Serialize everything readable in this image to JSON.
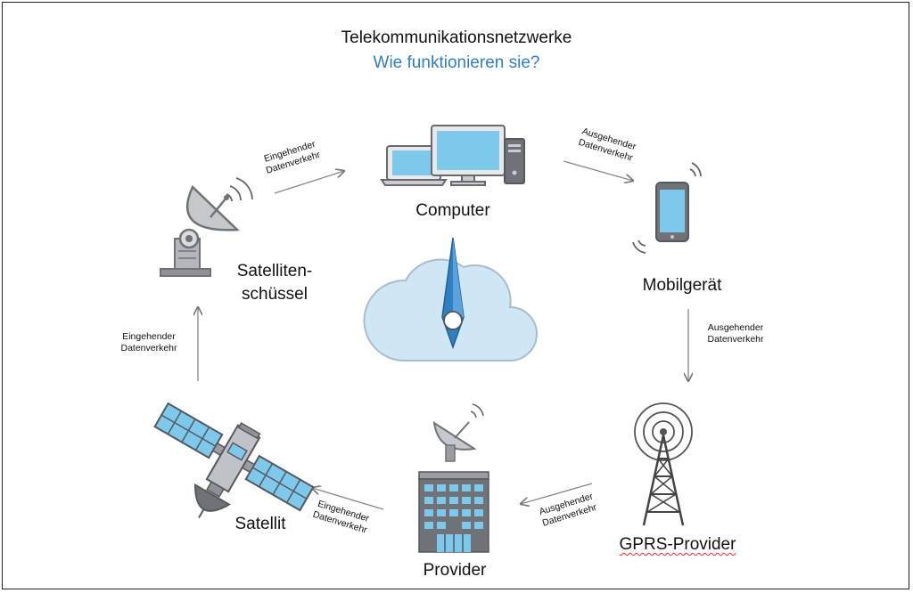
{
  "title": "Telekommunikationsnetzwerke",
  "subtitle": "Wie funktionieren sie?",
  "nodes": {
    "computer": "Computer",
    "mobile": "Mobilgerät",
    "gprs": "GPRS-Provider",
    "provider": "Provider",
    "satellite": "Satellit",
    "dish_line1": "Satelliten-",
    "dish_line2": "schüssel"
  },
  "flows": {
    "outgoing_line1": "Ausgehender",
    "incoming_line1": "Eingehender",
    "line2": "Datenverkehr"
  },
  "colors": {
    "accent": "#2f7fc2",
    "screen": "#7ec8ec",
    "device_grey": "#777b80",
    "cloud": "#cfe6f5"
  }
}
